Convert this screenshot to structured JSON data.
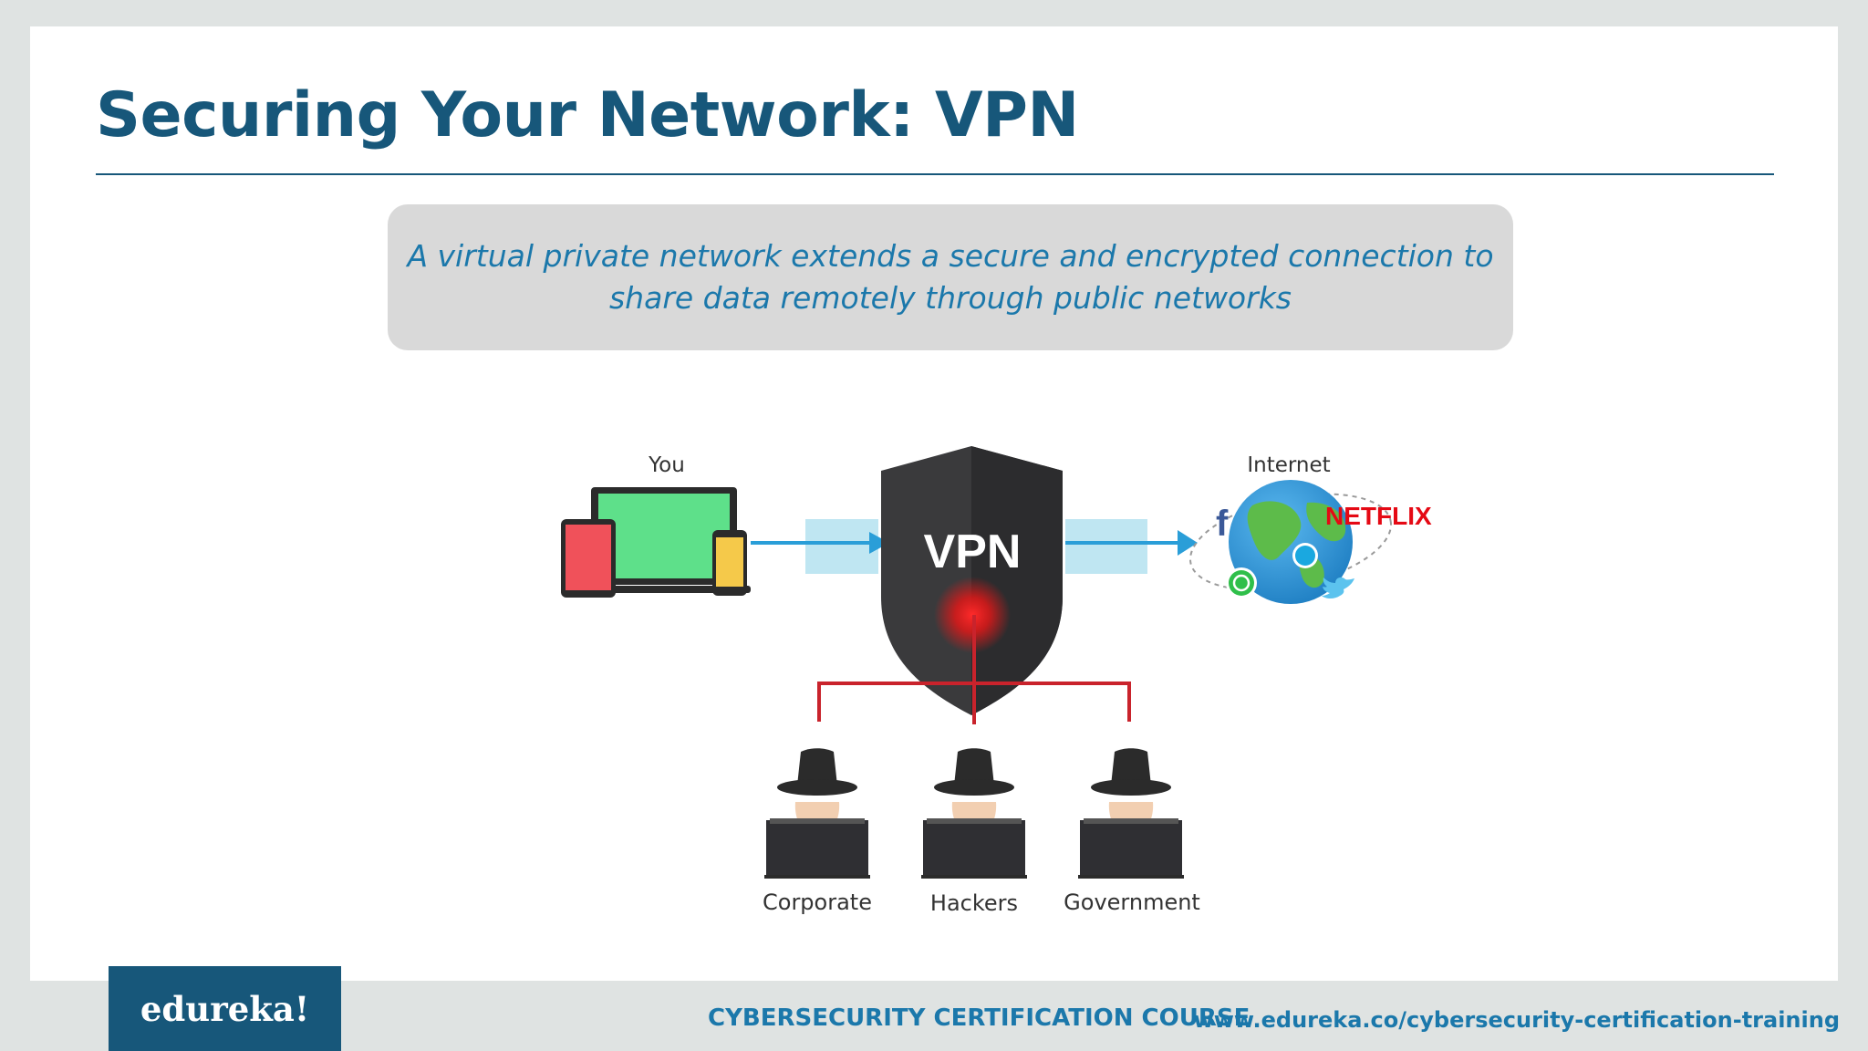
{
  "slide": {
    "title": "Securing Your Network: VPN",
    "callout": "A virtual private network extends a secure and encrypted connection to share data remotely through public networks"
  },
  "diagram": {
    "you_label": "You",
    "internet_label": "Internet",
    "shield_label": "VPN",
    "brand_label": "NETFLIX",
    "facebook_letter": "f",
    "observers": [
      "Corporate",
      "Hackers",
      "Government"
    ],
    "colors": {
      "shield": "#3a3a3c",
      "link_red": "#c9232c",
      "arrow_blue": "#2a9ed8",
      "tunnel": "#bfe6f2",
      "laptop_screen": "#5ee08a",
      "tablet": "#f0515a",
      "phone": "#f5c94a"
    }
  },
  "footer": {
    "logo": "edureka!",
    "course": "CYBERSECURITY CERTIFICATION COURSE",
    "url": "www.edureka.co/cybersecurity-certification-training"
  }
}
